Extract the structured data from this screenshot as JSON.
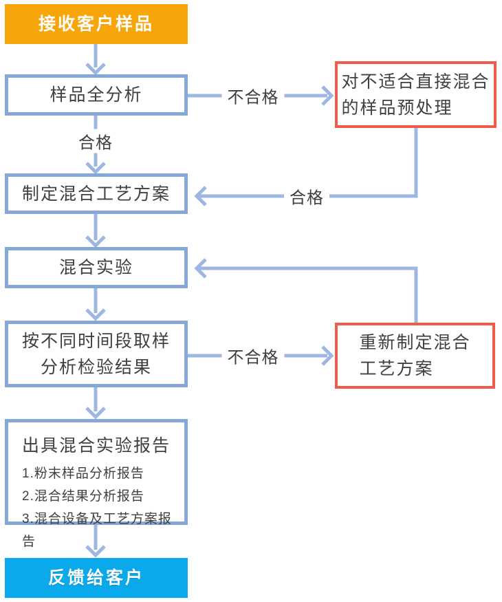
{
  "diagram": {
    "title": "powder-mixing-experiment-flowchart",
    "nodes": {
      "receive": {
        "label": "接收客户样品"
      },
      "analysis": {
        "label": "样品全分析"
      },
      "plan": {
        "label": "制定混合工艺方案"
      },
      "experiment": {
        "label": "混合实验"
      },
      "sampling": {
        "line1": "按不同时间段取样",
        "line2": "分析检验结果"
      },
      "report": {
        "title": "出具混合实验报告",
        "items": [
          "1.粉末样品分析报告",
          "2.混合结果分析报告",
          "3.混合设备及工艺方案报告"
        ]
      },
      "feedback": {
        "label": "反馈给客户"
      },
      "pretreat": {
        "line1": "对不适合直接混合",
        "line2": "的样品预处理"
      },
      "replan": {
        "line1": "重新制定混合",
        "line2": "工艺方案"
      }
    },
    "edge_labels": {
      "unqualified_1": "不合格",
      "qualified_1": "合格",
      "qualified_2": "合格",
      "unqualified_2": "不合格"
    },
    "colors": {
      "start": "#F7A60A",
      "end": "#09A9EC",
      "box_border": "#85A8D8",
      "alt_border": "#F05B4B",
      "connector": "#9DB7E2",
      "text": "#3F3F3F"
    }
  }
}
